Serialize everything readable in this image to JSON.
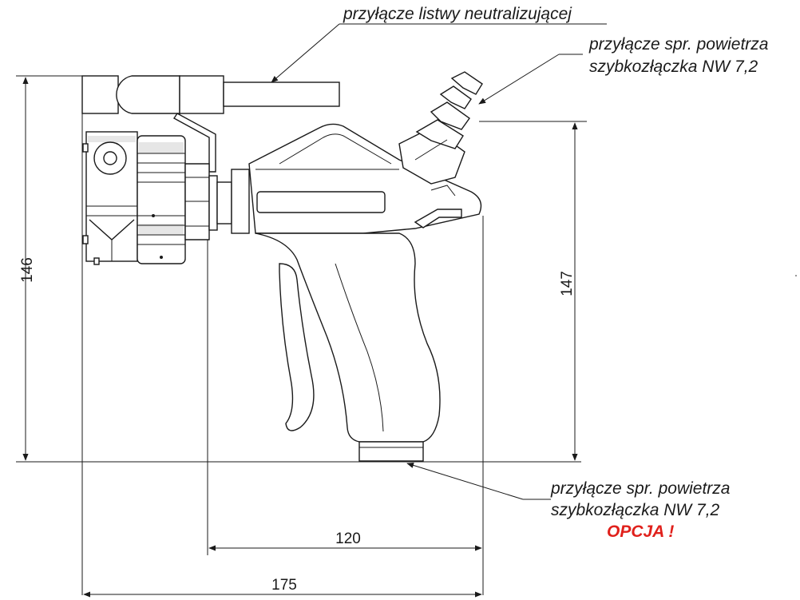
{
  "labels": {
    "top_connector": "przyłącze listwy neutralizującej",
    "air_connector_line1": "przyłącze spr. powietrza",
    "air_connector_line2": "szybkozłączka NW 7,2",
    "bottom_connector_line1": "przyłącze spr. powietrza",
    "bottom_connector_line2": "szybkozłączka NW 7,2",
    "option_note": "OPCJA !"
  },
  "dimensions": {
    "left_height": "146",
    "right_height": "147",
    "inner_width": "120",
    "total_width": "175"
  },
  "colors": {
    "line": "#1a1a1a",
    "option": "#e0201b",
    "shade_light": "#e6e6e6",
    "shade_mid": "#cfcfcf"
  }
}
